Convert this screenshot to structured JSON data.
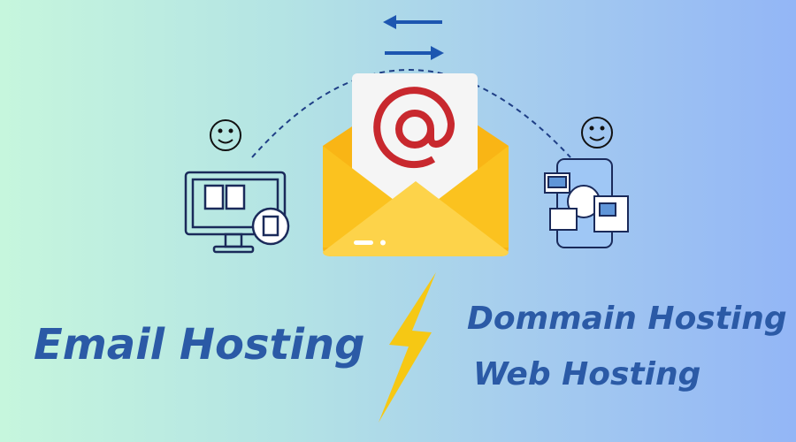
{
  "headline": "Email Hosting",
  "services": [
    "Dommain Hosting",
    "Web Hosting"
  ],
  "colors": {
    "text": "#2b5aa6",
    "envelope": "#fbbd1c",
    "at_sign": "#c8282e",
    "bolt": "#f6c814",
    "arrows": "#1d56b0"
  }
}
